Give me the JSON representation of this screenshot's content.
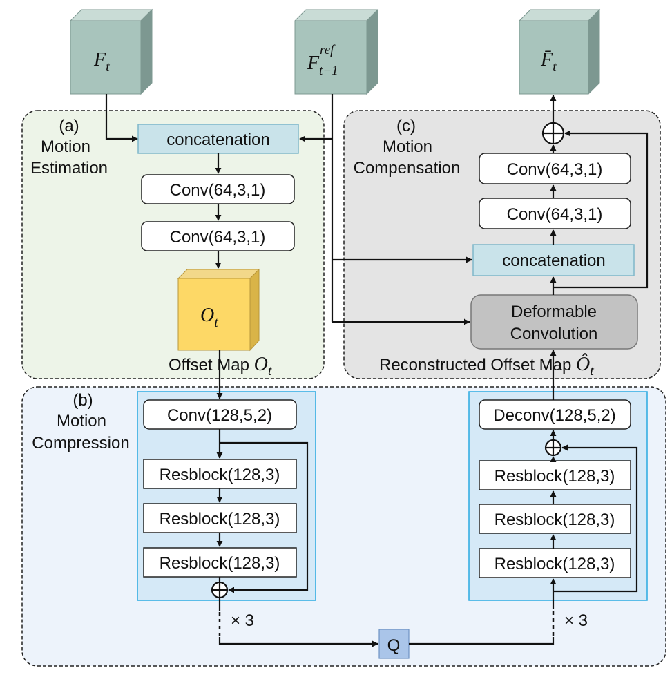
{
  "inputs": {
    "ft": {
      "main": "F",
      "sub": "t"
    },
    "ref": {
      "main": "F",
      "sup": "ref",
      "sub": "t−1"
    },
    "out": {
      "main": "F̄",
      "sub": "t"
    }
  },
  "section_a": {
    "tag": "(a)",
    "line1": "Motion",
    "line2": "Estimation"
  },
  "section_b": {
    "tag": "(b)",
    "line1": "Motion",
    "line2": "Compression"
  },
  "section_c": {
    "tag": "(c)",
    "line1": "Motion",
    "line2": "Compensation"
  },
  "estimation": {
    "concat": "concatenation",
    "conv1": "Conv(64,3,1)",
    "conv2": "Conv(64,3,1)",
    "offset_symbol": {
      "main": "O",
      "sub": "t"
    },
    "offset_label": {
      "text": "Offset Map ",
      "main": "O",
      "sub": "t"
    }
  },
  "compensation": {
    "conv_top": "Conv(64,3,1)",
    "conv_mid": "Conv(64,3,1)",
    "concat": "concatenation",
    "deform_line1": "Deformable",
    "deform_line2": "Convolution",
    "recon_label": {
      "text": "Reconstructed Offset Map ",
      "main": "Ô",
      "sub": "t"
    }
  },
  "encoder": {
    "conv": "Conv(128,5,2)",
    "res1": "Resblock(128,3)",
    "res2": "Resblock(128,3)",
    "res3": "Resblock(128,3)",
    "repeat": "× 3"
  },
  "decoder": {
    "deconv": "Deconv(128,5,2)",
    "res1": "Resblock(128,3)",
    "res2": "Resblock(128,3)",
    "res3": "Resblock(128,3)",
    "repeat": "× 3"
  },
  "quantizer": "Q",
  "colors": {
    "cube_front": "#a8c4bc",
    "cube_top": "#c9dcd6",
    "cube_side": "#7d9891",
    "panel_a": "#edf4e8",
    "panel_b": "#edf3fb",
    "panel_c": "#e4e4e4",
    "concat_fill": "#c9e3ea",
    "concat_stroke": "#7fb7c9",
    "blue_block": "#d5e9f7",
    "blue_stroke": "#29a9e1",
    "offset_front": "#fdd866",
    "offset_side": "#d9b448",
    "offset_top": "#f2d88a",
    "deform_fill": "#c2c2c2",
    "q_fill": "#aac5e9"
  }
}
